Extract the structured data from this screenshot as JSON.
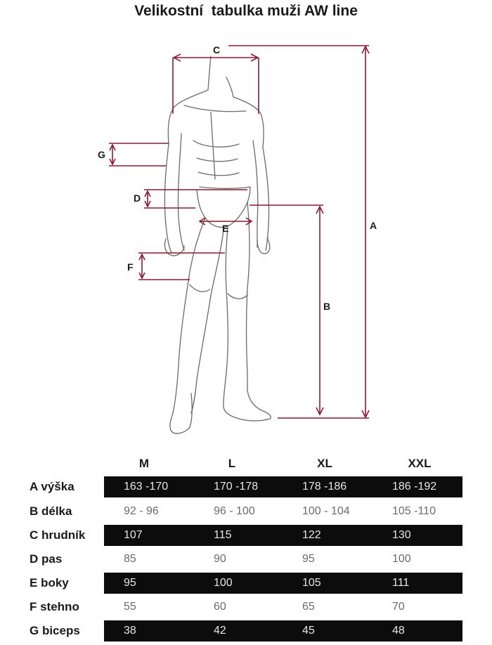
{
  "title": "Velikostní  tabulka muži AW line",
  "diagram_labels": {
    "a": "A",
    "b": "B",
    "c": "C",
    "d": "D",
    "e": "E",
    "f": "F",
    "g": "G"
  },
  "colors": {
    "accent": "#8a1a34",
    "band_dark": "#0c0c0c",
    "text": "#1a1a1a"
  },
  "table": {
    "sizes": [
      "M",
      "L",
      "XL",
      "XXL"
    ],
    "rows": [
      {
        "label": "A výška",
        "values": [
          "163 -170",
          "170 -178",
          "178 -186",
          "186 -192"
        ]
      },
      {
        "label": "B délka",
        "values": [
          "92 - 96",
          "96 - 100",
          "100 - 104",
          "105 -110"
        ]
      },
      {
        "label": "C hrudník",
        "values": [
          "107",
          "115",
          "122",
          "130"
        ]
      },
      {
        "label": "D pas",
        "values": [
          "85",
          "90",
          "95",
          "100"
        ]
      },
      {
        "label": "E boky",
        "values": [
          "95",
          "100",
          "105",
          "111"
        ]
      },
      {
        "label": "F stehno",
        "values": [
          "55",
          "60",
          "65",
          "70"
        ]
      },
      {
        "label": "G biceps",
        "values": [
          "38",
          "42",
          "45",
          "48"
        ]
      }
    ]
  }
}
